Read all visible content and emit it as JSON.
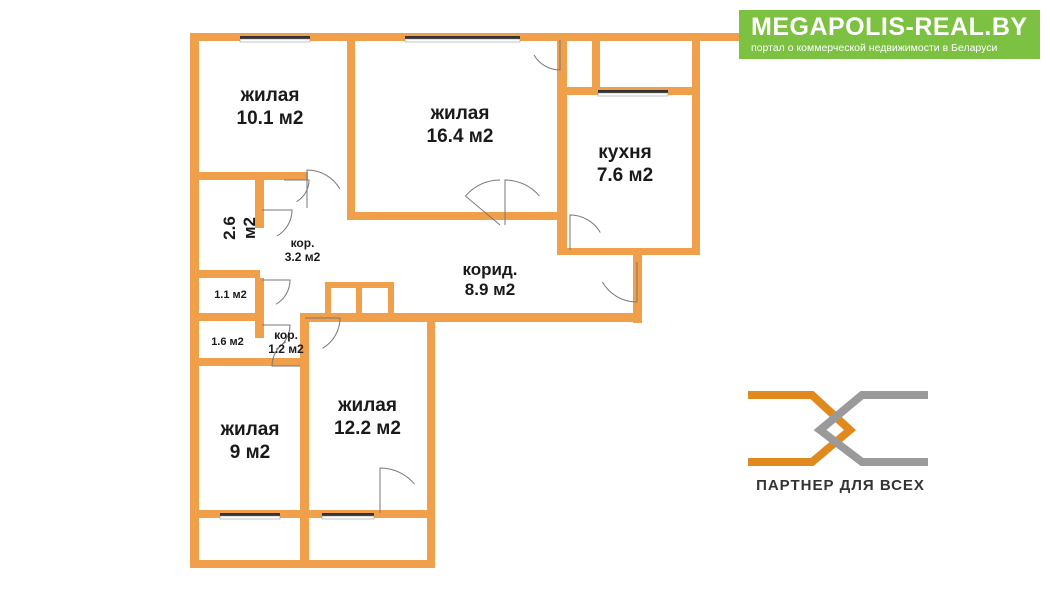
{
  "banner": {
    "title": "MEGAPOLIS-REAL.BY",
    "subtitle": "портал о коммерческой недвижимости в Беларуси",
    "bg_color": "#7cc142"
  },
  "partner": {
    "slogan": "ПАРТНЕР ДЛЯ ВСЕХ",
    "orange": "#e08a1e",
    "gray": "#9a9a9a"
  },
  "colors": {
    "wall": "#f0a04b",
    "window": "#333333"
  },
  "rooms": {
    "living_top_left": {
      "name": "жилая",
      "area": "10.1 м2"
    },
    "living_top_center": {
      "name": "жилая",
      "area": "16.4 м2"
    },
    "kitchen": {
      "name": "кухня",
      "area": "7.6 м2"
    },
    "storage": {
      "area": "2.6 м2"
    },
    "corridor_small_top": {
      "name": "кор.",
      "area": "3.2 м2"
    },
    "corridor_main": {
      "name": "корид.",
      "area": "8.9 м2"
    },
    "bath_1": {
      "area": "1.1 м2"
    },
    "bath_2": {
      "area": "1.6 м2"
    },
    "corridor_small_bottom": {
      "name": "кор.",
      "area": "1.2 м2"
    },
    "living_bottom_left": {
      "name": "жилая",
      "area": "9 м2"
    },
    "living_bottom_center": {
      "name": "жилая",
      "area": "12.2 м2"
    }
  }
}
